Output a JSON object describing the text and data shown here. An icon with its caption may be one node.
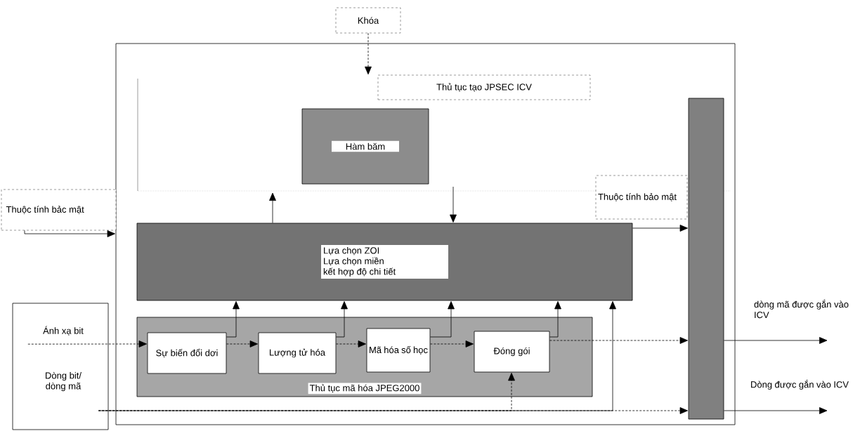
{
  "diagram": {
    "nodes": [
      {
        "text": [
          "Khóa"
        ]
      },
      {
        "text": [],
        "shape": "box"
      },
      {
        "text": [
          "Thủ tục tạo JPSEC ICV"
        ],
        "in": 1
      },
      {
        "text": [
          "Hàm băm"
        ],
        "in": 1
      },
      {
        "text": [
          "Lựa chọn ZOI",
          "Lựa chọn miền",
          "kết hợp độ chi tiết"
        ],
        "in": 1
      },
      {
        "text": [
          "Thủ tục mã hóa JPEG2000"
        ],
        "in": 1
      },
      {
        "text": [
          "Sự biến đổi dơi"
        ],
        "in": 5
      },
      {
        "text": [
          "Lượng tử hóa"
        ],
        "in": 5
      },
      {
        "text": [
          "Mã hóa số học"
        ],
        "in": 5
      },
      {
        "text": [
          "Đóng gói"
        ],
        "in": 5
      },
      {
        "text": [],
        "shape": "bar",
        "in": 1
      },
      {
        "text": [
          "Thuộc tính bảo mật"
        ],
        "in": 1
      },
      {
        "text": [
          "Thuộc tính bảc mật"
        ]
      },
      {
        "text": [],
        "shape": "box"
      },
      {
        "text": [
          "Ánh xạ bit"
        ],
        "in": 13
      },
      {
        "text": [
          "Dòng bit/ dòng mã"
        ],
        "in": 13
      }
    ],
    "edges": [
      {
        "from": 0,
        "to": 2,
        "arrow": "to",
        "style": "dashed"
      },
      {
        "from": 4,
        "to": null,
        "arrow": "to"
      },
      {
        "from": null,
        "to": 4,
        "arrow": "to"
      },
      {
        "from": 12,
        "to": 1,
        "arrow": "to"
      },
      {
        "from": 4,
        "to": 10,
        "arrow": "to"
      },
      {
        "from": 14,
        "to": 6,
        "arrow": "to",
        "style": "dashed"
      },
      {
        "from": 6,
        "to": 7,
        "arrow": "to",
        "style": "dashed"
      },
      {
        "from": 7,
        "to": 8,
        "arrow": "to",
        "style": "dashed"
      },
      {
        "from": 8,
        "to": 9,
        "arrow": "to",
        "style": "dashed"
      },
      {
        "from": 9,
        "to": 10,
        "arrow": "to",
        "style": "dashed"
      },
      {
        "from": 6,
        "to": 4,
        "arrow": "to"
      },
      {
        "from": 7,
        "to": 4,
        "arrow": "to"
      },
      {
        "from": 8,
        "to": 4,
        "arrow": "to"
      },
      {
        "from": 9,
        "to": 4,
        "arrow": "to"
      },
      {
        "from": 15,
        "to": 10,
        "arrow": "to",
        "style": "dashed"
      },
      {
        "from": 15,
        "to": 9,
        "arrow": "to",
        "style": "dashed"
      },
      {
        "from": 15,
        "to": 4,
        "arrow": "to"
      },
      {
        "from": 10,
        "to": null,
        "arrow": "to",
        "label": "dòng mã được gắn vào ICV"
      },
      {
        "from": 10,
        "to": null,
        "arrow": "to",
        "label": "Dòng được gắn vào ICV"
      }
    ]
  }
}
